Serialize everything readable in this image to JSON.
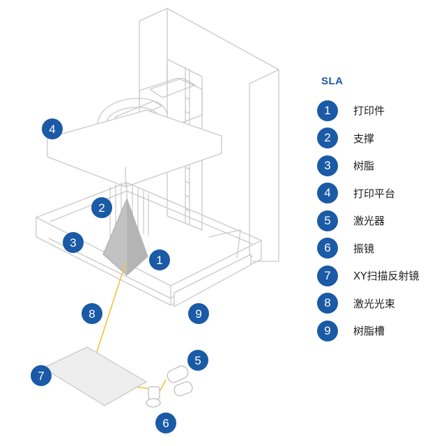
{
  "legend": {
    "title": "SLA",
    "items": [
      {
        "num": "1",
        "label": "打印件"
      },
      {
        "num": "2",
        "label": "支撑"
      },
      {
        "num": "3",
        "label": "树脂"
      },
      {
        "num": "4",
        "label": "打印平台"
      },
      {
        "num": "5",
        "label": "激光器"
      },
      {
        "num": "6",
        "label": "振镜"
      },
      {
        "num": "7",
        "label": "XY扫描反射镜"
      },
      {
        "num": "8",
        "label": "激光光束"
      },
      {
        "num": "9",
        "label": "树脂槽"
      }
    ]
  },
  "callouts": [
    "1",
    "2",
    "3",
    "4",
    "5",
    "6",
    "7",
    "8",
    "9"
  ],
  "colors": {
    "badge": "#1a5aa6",
    "line": "#c9c9c9",
    "laser": "#f2c23a",
    "part": "#c2c2c2"
  }
}
